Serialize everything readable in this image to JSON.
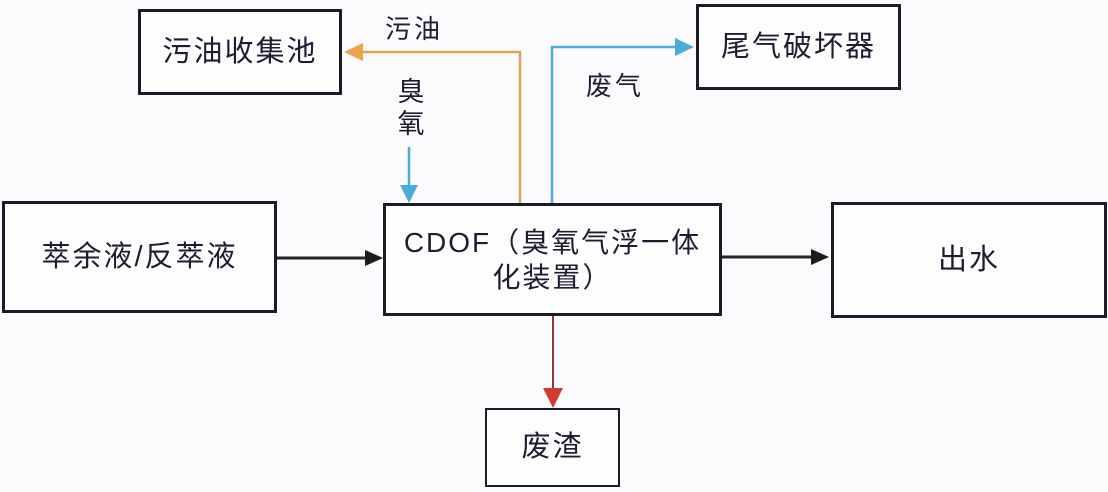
{
  "diagram": {
    "title": "CDOF ozone flotation process flow diagram",
    "background_color": "#fbfbfd",
    "box_border_color": "#1c1c28",
    "text_color": "#1d1d30",
    "nodes": {
      "oil_pool": {
        "label": "污油收集池"
      },
      "tail_gas_destructor": {
        "label": "尾气破坏器"
      },
      "feed": {
        "label": "萃余液/反萃液"
      },
      "cdof": {
        "label_line1": "CDOF（臭氧气浮一体",
        "label_line2": "化装置）"
      },
      "outlet": {
        "label": "出水"
      },
      "residue": {
        "label": "废渣"
      }
    },
    "edges": {
      "oil": {
        "label": "污油",
        "from": "cdof",
        "to": "oil_pool",
        "line_color": "#dfa35c",
        "head_color": "#f0a14b"
      },
      "ozone": {
        "label": "臭氧",
        "to": "cdof",
        "line_color": "#4aacd8",
        "head_color": "#4aacd8"
      },
      "waste_gas": {
        "label": "废气",
        "from": "cdof",
        "to": "tail_gas_destructor",
        "line_color": "#4aacd8",
        "head_color": "#4aacd8"
      },
      "feed_to_cdof": {
        "from": "feed",
        "to": "cdof",
        "line_color": "#262626",
        "head_color": "#1c1c1c"
      },
      "cdof_to_outlet": {
        "from": "cdof",
        "to": "outlet",
        "line_color": "#262626",
        "head_color": "#1c1c1c"
      },
      "residue_out": {
        "from": "cdof",
        "to": "residue",
        "line_color": "#8e3a3a",
        "head_color": "#d13a2e"
      }
    }
  }
}
